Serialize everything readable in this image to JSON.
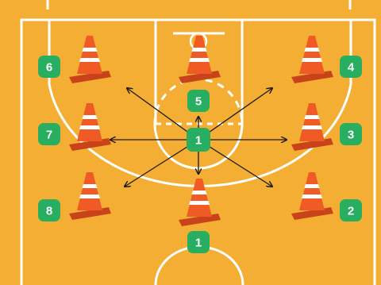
{
  "colors": {
    "court": "#f4ae34",
    "lines": "#ffffff",
    "cone": "#f05a24",
    "cone_dark": "#c8431a",
    "cone_stripe": "#ffffff",
    "badge": "#27ae60",
    "arrow": "#1a1a1a"
  },
  "stations": [
    {
      "id": "six",
      "label": "6"
    },
    {
      "id": "seven",
      "label": "7"
    },
    {
      "id": "eight",
      "label": "8"
    },
    {
      "id": "four",
      "label": "4"
    },
    {
      "id": "three",
      "label": "3"
    },
    {
      "id": "two",
      "label": "2"
    },
    {
      "id": "five",
      "label": "5"
    },
    {
      "id": "center",
      "label": "1"
    },
    {
      "id": "start",
      "label": "1"
    }
  ]
}
